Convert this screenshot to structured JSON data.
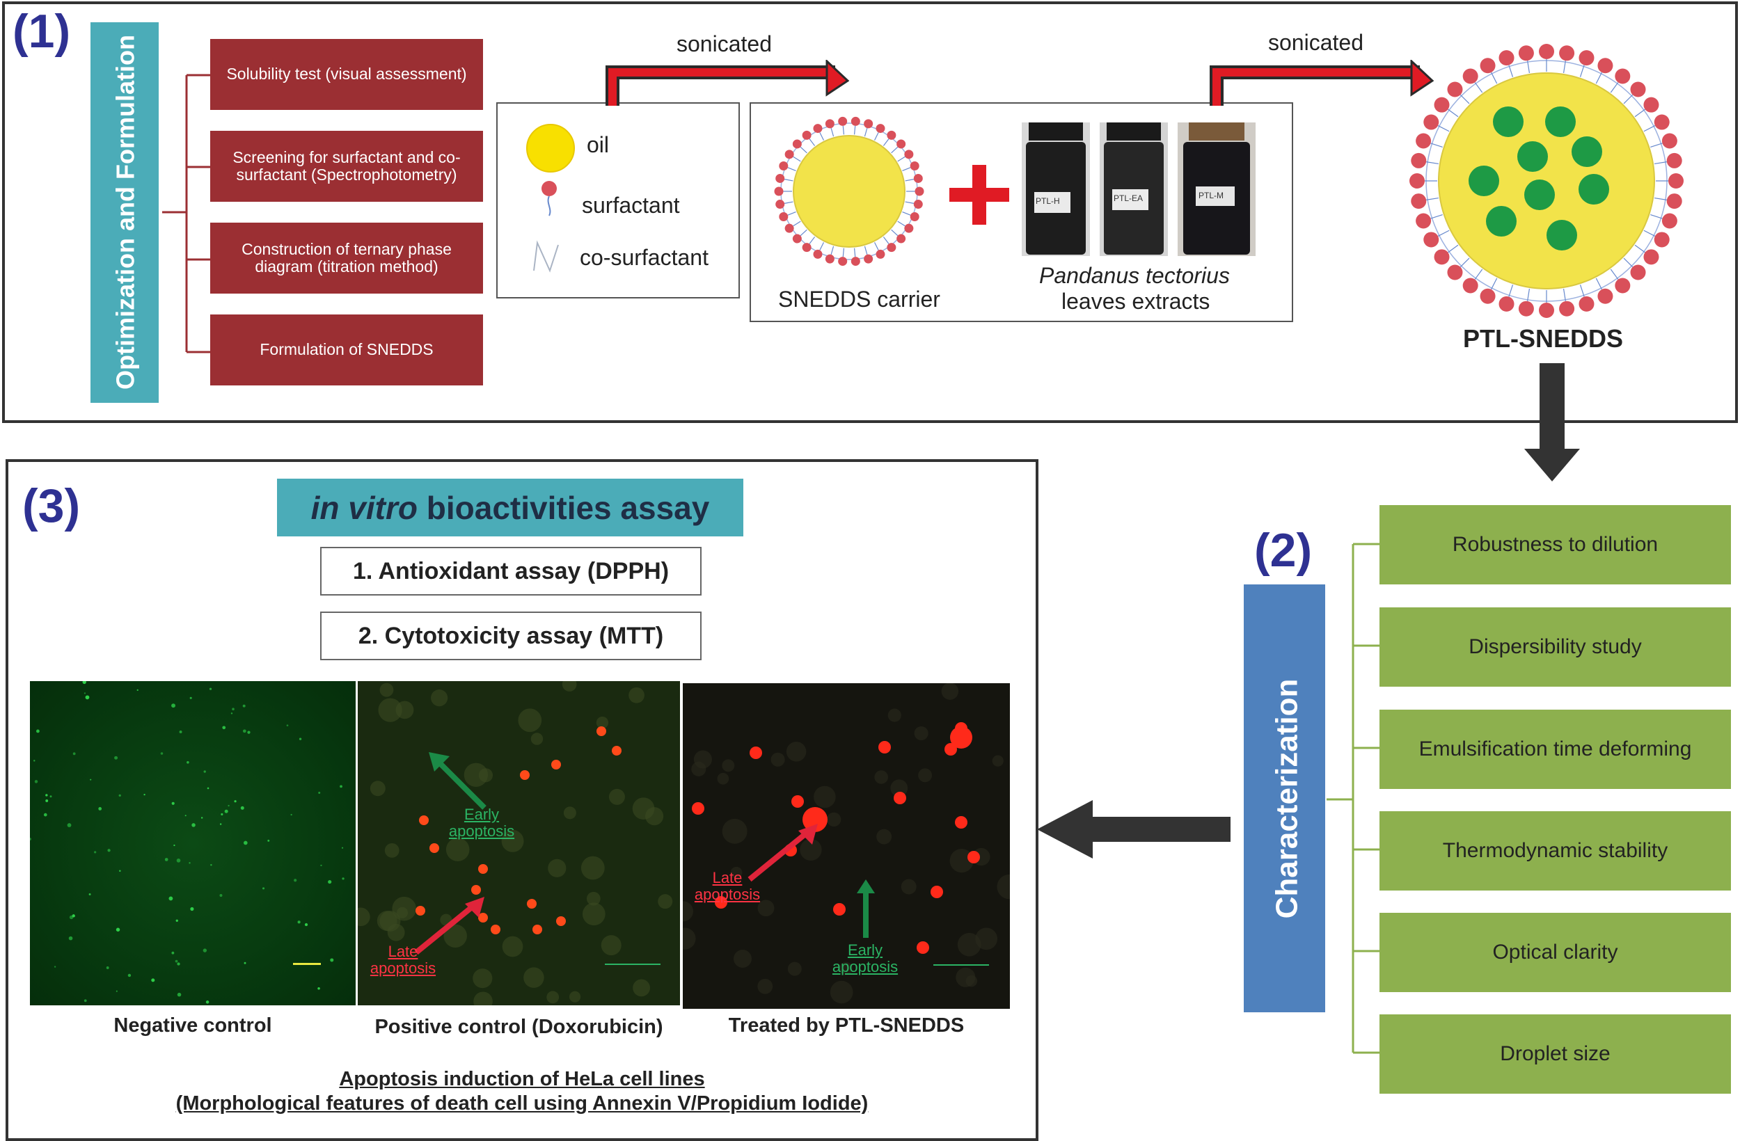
{
  "panel1": {
    "number": "(1)",
    "side_title": "Optimization and Formulation",
    "steps": [
      "Solubility test (visual assessment)",
      "Screening for surfactant and co-surfactant (Spectrophotometry)",
      "Construction of ternary phase diagram (titration method)",
      "Formulation of SNEDDS"
    ],
    "legend": {
      "oil": "oil",
      "surfactant": "surfactant",
      "cosurfactant": "co-surfactant"
    },
    "arrow1_label": "sonicated",
    "arrow2_label": "sonicated",
    "carrier_label": "SNEDDS carrier",
    "extract_label_italic": "Pandanus tectorius",
    "extract_label_rest": "leaves extracts",
    "vial_labels": [
      "PTL-H",
      "PTL-EA",
      "PTL-M"
    ],
    "product_label": "PTL-SNEDDS"
  },
  "panel2": {
    "number": "(2)",
    "side_title": "Characterization",
    "items": [
      "Robustness to dilution",
      "Dispersibility study",
      "Emulsification time deforming",
      "Thermodynamic stability",
      "Optical clarity",
      "Droplet size"
    ]
  },
  "panel3": {
    "number": "(3)",
    "title_italic": "in vitro",
    "title_rest": " bioactivities assay",
    "assays": [
      "1. Antioxidant assay (DPPH)",
      "2. Cytotoxicity assay (MTT)"
    ],
    "image_captions": [
      "Negative control",
      "Positive control (Doxorubicin)",
      "Treated by PTL-SNEDDS"
    ],
    "annotations": {
      "early": "Early apoptosis",
      "late": "Late apoptosis"
    },
    "footer_line1": "Apoptosis induction of HeLa cell lines",
    "footer_line2": "(Morphological features of death cell using Annexin V/Propidium Iodide)"
  },
  "colors": {
    "navy_number": "#2e3192",
    "red_box": "#9b2f33",
    "teal_bar": "#4bacb8",
    "blue_bar": "#4f81bd",
    "green_box": "#8db04e",
    "droplet_red": "#d9505a",
    "oil_yellow": "#f2e34a",
    "green_dot": "#1e9a45"
  }
}
